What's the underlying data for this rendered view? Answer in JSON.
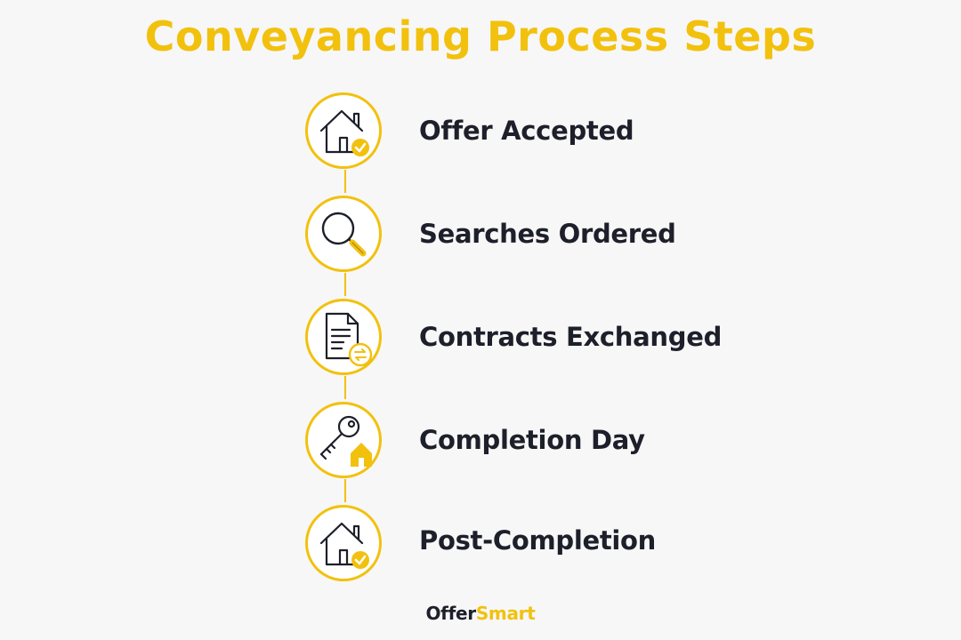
{
  "title": "Conveyancing Process Steps",
  "steps": [
    {
      "label": "Offer Accepted",
      "icon": "house-check-icon"
    },
    {
      "label": "Searches Ordered",
      "icon": "magnifier-icon"
    },
    {
      "label": "Contracts Exchanged",
      "icon": "document-exchange-icon"
    },
    {
      "label": "Completion Day",
      "icon": "key-house-icon"
    },
    {
      "label": "Post-Completion",
      "icon": "house-check-icon"
    }
  ],
  "brand": {
    "part1": "Offer",
    "part2": "Smart"
  },
  "colors": {
    "accent": "#f2c10e",
    "text": "#1d1f2a",
    "background": "#f7f7f7"
  }
}
